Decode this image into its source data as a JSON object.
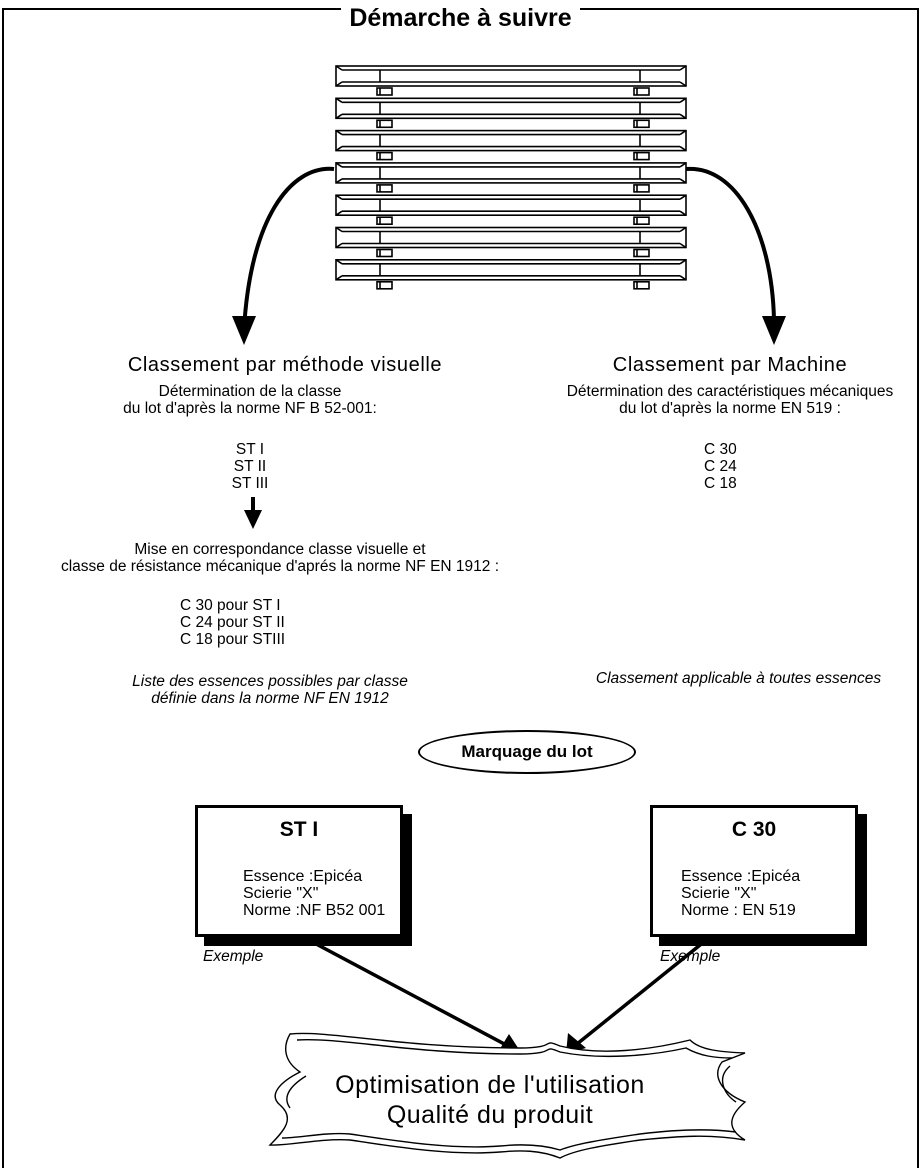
{
  "title": "Démarche à suivre",
  "left_branch": {
    "heading": "Classement par méthode visuelle",
    "det_line1": "Détermination de la classe",
    "det_line2": "du lot d'après la norme NF B 52-001:",
    "classes": [
      "ST I",
      "ST II",
      "ST III"
    ],
    "corr_line1": "Mise en correspondance classe visuelle et",
    "corr_line2": "classe de résistance mécanique d'aprés la norme NF EN 1912 :",
    "mapping": [
      "C 30  pour ST I",
      "C 24 pour ST II",
      "C 18 pour STIII"
    ],
    "note_line1": "Liste des essences possibles par classe",
    "note_line2": "définie dans la norme NF EN 1912"
  },
  "right_branch": {
    "heading": "Classement par Machine",
    "det_line1": "Détermination des caractéristiques mécaniques",
    "det_line2": "du lot d'après la norme EN 519 :",
    "classes": [
      "C 30",
      "C 24",
      "C 18"
    ],
    "note": "Classement applicable à toutes essences"
  },
  "marking": "Marquage du lot",
  "label_left": {
    "title": "ST I",
    "lines": [
      "Essence :Epicéa",
      "Scierie \"X\"",
      "Norme :NF B52 001"
    ],
    "caption": "Exemple"
  },
  "label_right": {
    "title": "C 30",
    "lines": [
      "Essence :Epicéa",
      "Scierie \"X\"",
      "Norme : EN 519"
    ],
    "caption": "Exemple"
  },
  "outcome": {
    "line1": "Optimisation de l'utilisation",
    "line2": "Qualité du produit"
  }
}
